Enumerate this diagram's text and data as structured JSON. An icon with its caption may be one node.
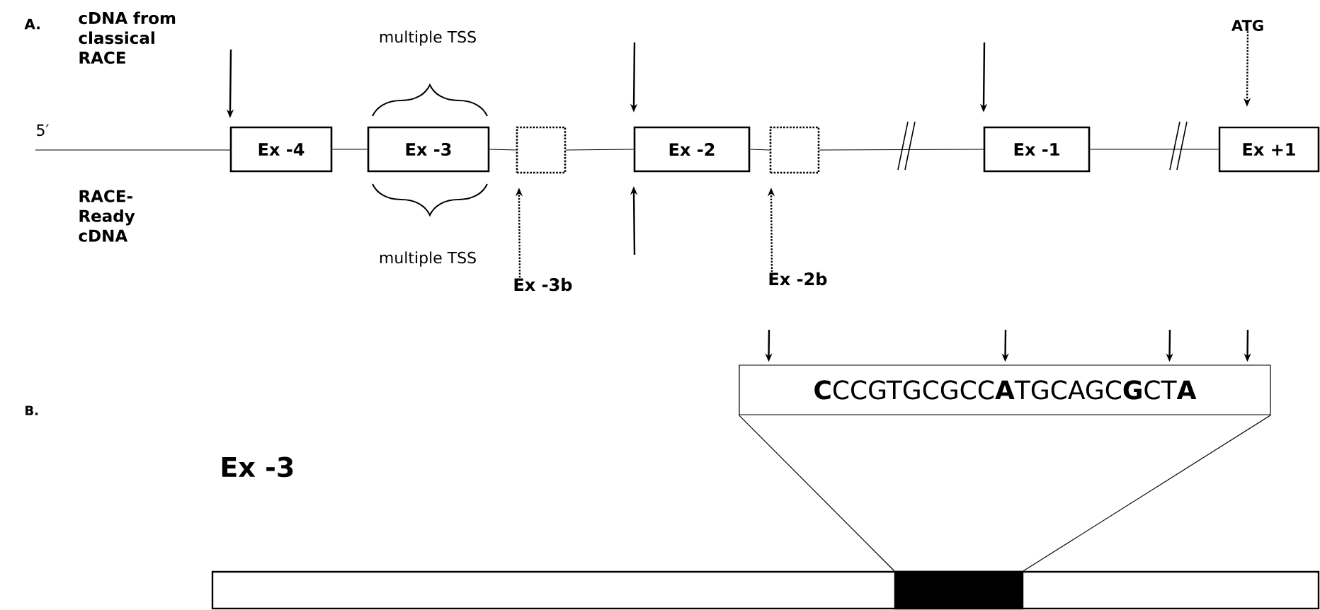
{
  "diagram": {
    "nodes": [
      {
        "text": [
          "Ex -4"
        ]
      },
      {
        "text": [
          "Ex -3"
        ]
      },
      {
        "text": [],
        "shape": "box"
      },
      {
        "text": [
          "Ex -2"
        ]
      },
      {
        "text": [],
        "shape": "box"
      },
      {
        "text": [
          "Ex -1"
        ]
      },
      {
        "text": [
          "Ex +1"
        ]
      },
      {
        "text": [
          "ATG"
        ]
      },
      {
        "text": [
          "Ex -3b"
        ]
      },
      {
        "text": [
          "Ex -2b"
        ]
      },
      {
        "text": [
          "**C**CCGTGCGCC**A**TGCAGC**G**CT**A**"
        ]
      },
      {
        "text": [],
        "shape": "bar"
      },
      {
        "text": [],
        "shape": "bar",
        "in": 11
      }
    ],
    "edges": [
      {
        "from": null,
        "to": 0,
        "arrow": "to"
      },
      {
        "from": null,
        "to": 3,
        "arrow": "to"
      },
      {
        "from": null,
        "to": 3,
        "arrow": "to"
      },
      {
        "from": null,
        "to": 5,
        "arrow": "to"
      },
      {
        "from": 7,
        "to": 6,
        "arrow": "to",
        "style": "dashed"
      },
      {
        "from": 8,
        "to": 2,
        "arrow": "to",
        "style": "dashed"
      },
      {
        "from": 9,
        "to": 4,
        "arrow": "to",
        "style": "dashed"
      },
      {
        "from": 0,
        "to": 1,
        "arrow": "none"
      },
      {
        "from": 1,
        "to": 2,
        "arrow": "none"
      },
      {
        "from": 2,
        "to": 3,
        "arrow": "none"
      },
      {
        "from": 3,
        "to": 4,
        "arrow": "none"
      },
      {
        "from": 4,
        "to": 5,
        "arrow": "none"
      },
      {
        "from": 5,
        "to": 6,
        "arrow": "none"
      },
      {
        "from": null,
        "to": 10,
        "arrow": "to"
      },
      {
        "from": null,
        "to": 10,
        "arrow": "to"
      },
      {
        "from": null,
        "to": 10,
        "arrow": "to"
      },
      {
        "from": null,
        "to": 10,
        "arrow": "to"
      },
      {
        "from": 12,
        "to": 10,
        "arrow": "none"
      },
      {
        "from": 12,
        "to": 10,
        "arrow": "none"
      }
    ],
    "labels": [
      "A.",
      "cDNA from classical RACE",
      "5′",
      "RACE- Ready cDNA",
      "multiple TSS",
      "multiple TSS",
      "B.",
      "Ex -3"
    ]
  }
}
